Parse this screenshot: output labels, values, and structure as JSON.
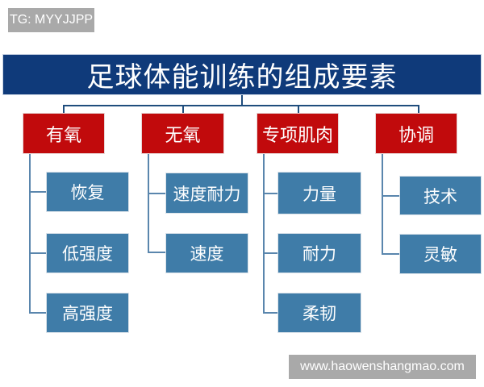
{
  "watermarks": {
    "top_left": "TG: MYYJJPP",
    "bottom_right": "www.haowenshangmao.com"
  },
  "diagram": {
    "title": "足球体能训练的组成要素",
    "colors": {
      "title_bg": "#0f3a7a",
      "category_bg": "#c10a0c",
      "item_bg": "#3f7ca8",
      "connector": "#1f4d7d"
    },
    "categories": [
      {
        "label": "有氧",
        "items": [
          "恢复",
          "低强度",
          "高强度"
        ]
      },
      {
        "label": "无氧",
        "items": [
          "速度耐力",
          "速度"
        ]
      },
      {
        "label": "专项肌肉",
        "items": [
          "力量",
          "耐力",
          "柔韧"
        ]
      },
      {
        "label": "协调",
        "items": [
          "技术",
          "灵敏"
        ]
      }
    ]
  }
}
